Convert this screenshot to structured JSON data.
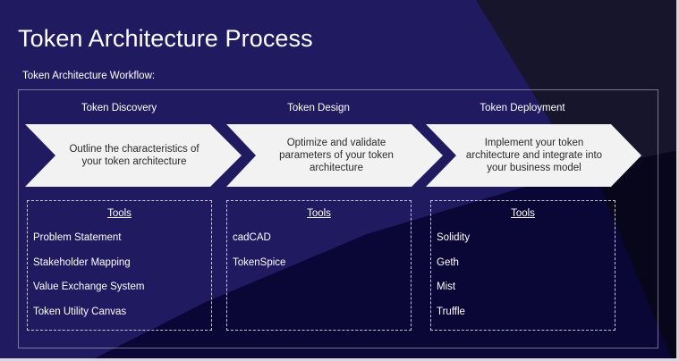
{
  "slide": {
    "title": "Token Architecture Process",
    "subtitle": "Token Architecture Workflow:"
  },
  "colors": {
    "background_indigo": "#201a60",
    "background_dark_navy": "#16152b",
    "background_deep_navy": "#0a0635",
    "background_black": "#07061a",
    "chevron_fill": "#f2f2f2",
    "text_light": "#ffffff",
    "text_dark": "#2a2a2a"
  },
  "stages": [
    {
      "label": "Token Discovery",
      "description": "Outline the characteristics of your token architecture",
      "tools_title": "Tools",
      "tools": [
        "Problem Statement",
        "Stakeholder Mapping",
        "Value Exchange System",
        "Token Utility Canvas"
      ]
    },
    {
      "label": "Token Design",
      "description": "Optimize and validate parameters of your token architecture",
      "tools_title": "Tools",
      "tools": [
        "cadCAD",
        "TokenSpice"
      ]
    },
    {
      "label": "Token Deployment",
      "description": "Implement your token architecture and integrate into your business model",
      "tools_title": "Tools",
      "tools": [
        "Solidity",
        "Geth",
        "Mist",
        "Truffle"
      ]
    }
  ]
}
